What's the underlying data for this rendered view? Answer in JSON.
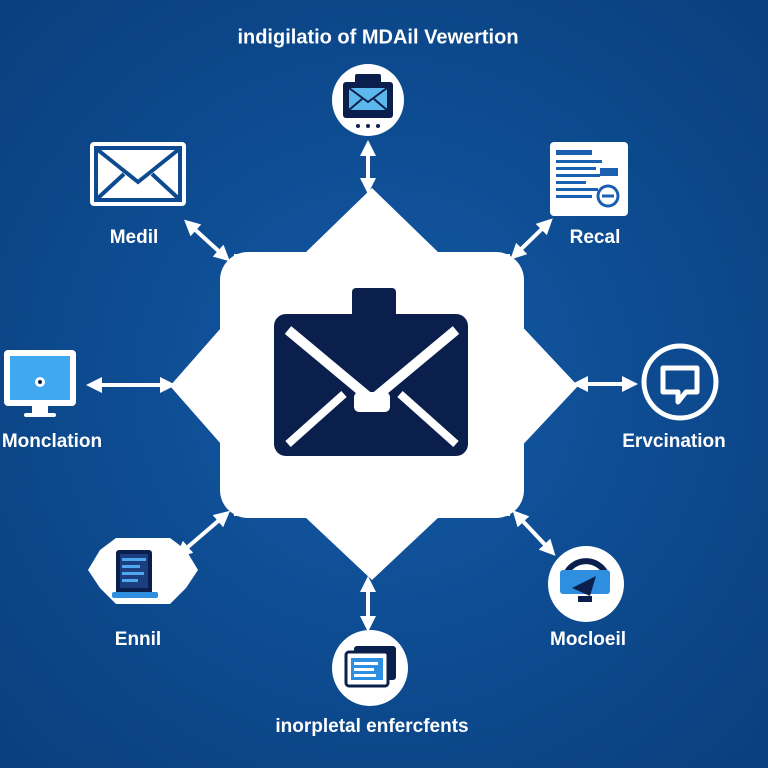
{
  "title": "indigilatio of MDAil Vewertion",
  "colors": {
    "background": "#0d4a8f",
    "hub": "#ffffff",
    "hub_icon": "#0b1f4d",
    "accent": "#2e8fe0"
  },
  "hub": {
    "icon": "envelope-icon"
  },
  "nodes": [
    {
      "id": "top",
      "label": "",
      "icon": "envelope-screen-icon"
    },
    {
      "id": "medil",
      "label": "Medil",
      "icon": "envelope-icon"
    },
    {
      "id": "recal",
      "label": "Recal",
      "icon": "document-form-icon"
    },
    {
      "id": "monclation",
      "label": "Monclation",
      "icon": "monitor-icon"
    },
    {
      "id": "ervcination",
      "label": "Ervcination",
      "icon": "chat-bubble-icon"
    },
    {
      "id": "ennil",
      "label": "Ennil",
      "icon": "tablet-icon"
    },
    {
      "id": "mocloeil",
      "label": "Mocloeil",
      "icon": "monitor-chat-icon"
    },
    {
      "id": "bottom",
      "label": "inorpletal enfercfents",
      "icon": "stacked-documents-icon"
    }
  ]
}
